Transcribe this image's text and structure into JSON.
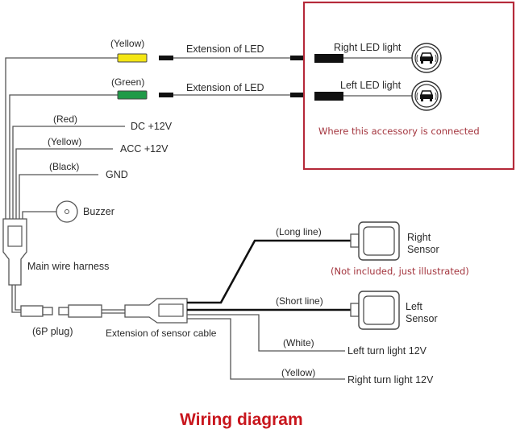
{
  "title": "Wiring diagram",
  "colors": {
    "title": "#c8161d",
    "note": "#a3343d",
    "highlight_box": "#b52a3a",
    "yellow_connector": "#f4e614",
    "green_connector": "#1f9a48"
  },
  "led_section": {
    "yellow_wire_label": "(Yellow)",
    "green_wire_label": "(Green)",
    "extension_label_1": "Extension of  LED",
    "extension_label_2": "Extension of  LED",
    "right_led_label": "Right LED light",
    "left_led_label": "Left LED light",
    "right_led_icon": "car-light-icon",
    "left_led_icon": "car-light-icon",
    "highlight_note": "Where this accessory is connected"
  },
  "power_wires": [
    {
      "color_label": "(Red)",
      "target": "DC +12V"
    },
    {
      "color_label": "(Yellow)",
      "target": "ACC +12V"
    },
    {
      "color_label": "(Black)",
      "target": "GND"
    }
  ],
  "buzzer": {
    "label": "Buzzer",
    "icon": "buzzer-icon"
  },
  "harness": {
    "main_label": "Main wire harness",
    "plug_label": "(6P plug)",
    "extension_label": "Extension of sensor cable"
  },
  "sensors": {
    "right_line_label": "(Long line)",
    "right_sensor_line1": "Right",
    "right_sensor_line2": "Sensor",
    "note": "(Not included, just illustrated)",
    "left_line_label": "(Short line)",
    "left_sensor_line1": "Left",
    "left_sensor_line2": "Sensor"
  },
  "turn_wires": [
    {
      "color_label": "(White)",
      "target": "Left turn light 12V"
    },
    {
      "color_label": "(Yellow)",
      "target": "Right turn light 12V"
    }
  ]
}
